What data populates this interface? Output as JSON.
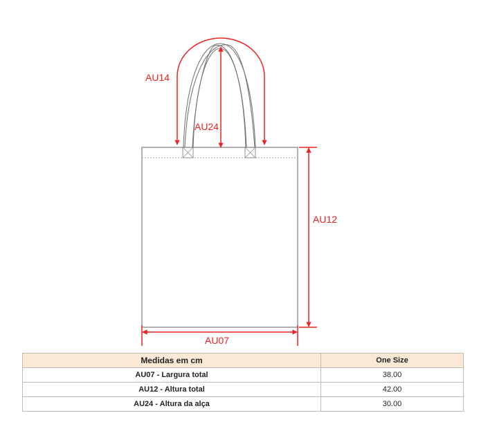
{
  "labels": {
    "au14": "AU14",
    "au24": "AU24",
    "au12": "AU12",
    "au07": "AU07"
  },
  "colors": {
    "measure": "#ee2222",
    "outline": "#888888",
    "header_bg": "#fbe9d5"
  },
  "table": {
    "headers": [
      "Medidas em cm",
      "One Size"
    ],
    "rows": [
      {
        "label": "AU07 - Largura total",
        "value": "38.00"
      },
      {
        "label": "AU12 - Altura total",
        "value": "42.00"
      },
      {
        "label": "AU24 - Altura da alça",
        "value": "30.00"
      }
    ]
  }
}
